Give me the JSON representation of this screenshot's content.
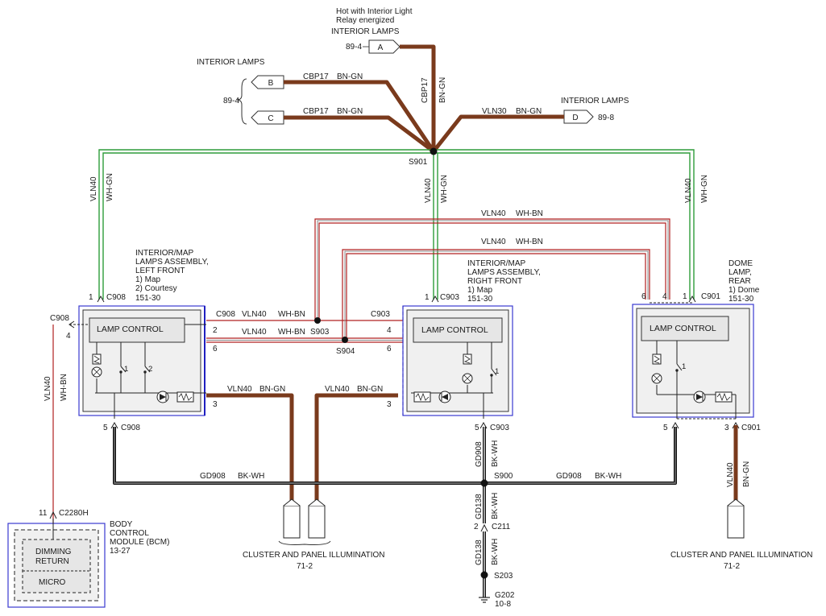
{
  "colors": {
    "brown": "#7a3a1c",
    "green": "#2e9c3a",
    "red": "#b02020",
    "black": "#111111",
    "module_border": "#3a3ad0",
    "module_fill": "#f0f0f0"
  },
  "header": {
    "hot_line1": "Hot with Interior Light",
    "hot_line2": "Relay energized",
    "interior_lamps": "INTERIOR LAMPS",
    "ref_89_4": "89-4",
    "ref_89_8": "89-8"
  },
  "connectors": {
    "A": "A",
    "B": "B",
    "C": "C",
    "D": "D"
  },
  "wires": {
    "cbp17": "CBP17",
    "bn_gn": "BN-GN",
    "vln30": "VLN30",
    "vln40": "VLN40",
    "wh_gn": "WH-GN",
    "wh_bn": "WH-BN",
    "gd908": "GD908",
    "gd138": "GD138",
    "bk_wh": "BK-WH"
  },
  "splices": {
    "s901": "S901",
    "s903": "S903",
    "s904": "S904",
    "s900": "S900",
    "s203": "S203"
  },
  "connector_ids": {
    "c908": "C908",
    "c903": "C903",
    "c901": "C901",
    "c2280h": "C2280H",
    "c211": "C211",
    "g202": "G202",
    "ref_10_8": "10-8"
  },
  "pins": {
    "p1": "1",
    "p2": "2",
    "p3": "3",
    "p4": "4",
    "p5": "5",
    "p6": "6",
    "p11": "11"
  },
  "modules": {
    "left": {
      "title_lines": [
        "INTERIOR/MAP",
        "LAMPS ASSEMBLY,",
        "LEFT FRONT",
        "1) Map",
        "2) Courtesy",
        "151-30"
      ],
      "lamp_control": "LAMP CONTROL",
      "sw1": "1",
      "sw2": "2"
    },
    "center": {
      "title_lines": [
        "INTERIOR/MAP",
        "LAMPS ASSEMBLY,",
        "RIGHT FRONT",
        "1) Map",
        "151-30"
      ],
      "lamp_control": "LAMP CONTROL",
      "sw1": "1"
    },
    "right": {
      "title_lines": [
        "DOME",
        "LAMP,",
        "REAR",
        "1) Dome",
        "151-30"
      ],
      "lamp_control": "LAMP CONTROL",
      "sw1": "1"
    },
    "bcm": {
      "title_lines": [
        "BODY",
        "CONTROL",
        "MODULE (BCM)",
        "13-27"
      ],
      "dimming_line1": "DIMMING",
      "dimming_line2": "RETURN",
      "micro": "MICRO"
    }
  },
  "footer": {
    "cluster": "CLUSTER AND PANEL ILLUMINATION",
    "ref_71_2": "71-2"
  }
}
